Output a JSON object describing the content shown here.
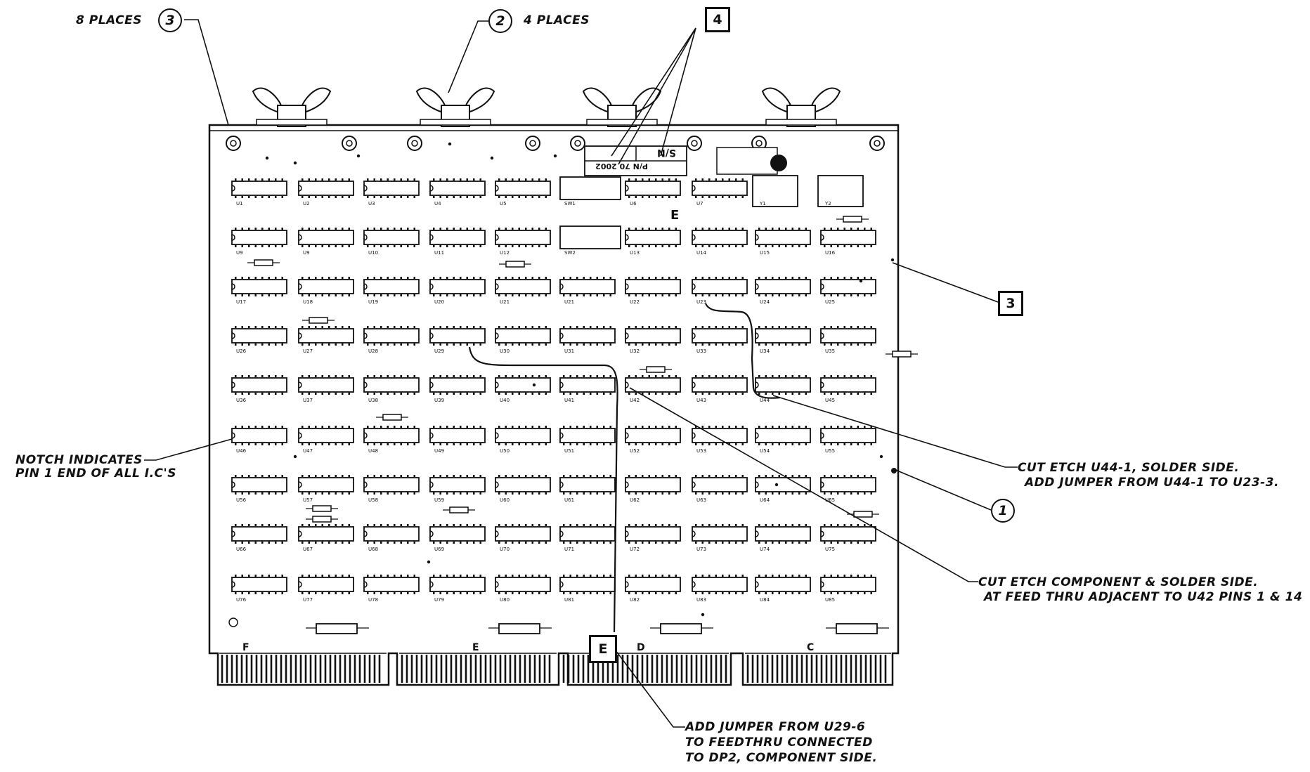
{
  "callouts": {
    "top_left_label": "8 PLACES",
    "top_left_marker": "3",
    "top_mid_marker": "2",
    "top_mid_label": "4 PLACES",
    "top_square_marker": "4",
    "right_square_marker": "3",
    "right_circle_marker": "1"
  },
  "notes": {
    "notch_line1": "NOTCH INDICATES",
    "notch_line2": "PIN 1  END OF ALL I.C'S",
    "cut_u44_line1": "CUT ETCH U44-1, SOLDER SIDE.",
    "cut_u44_line2": "ADD JUMPER FROM U44-1 TO U23-3.",
    "cut_component_line1": "CUT ETCH COMPONENT & SOLDER SIDE.",
    "cut_component_line2": "AT FEED THRU ADJACENT TO U42 PINS 1 & 14",
    "add_jumper_line1": "ADD JUMPER FROM U29-6",
    "add_jumper_line2": "TO FEEDTHRU CONNECTED",
    "add_jumper_line3": "TO DP2, COMPONENT SIDE."
  },
  "board": {
    "ic_rows": [
      [
        "U1",
        "U2",
        "U3",
        "U4",
        "U5",
        "SW1",
        "U6",
        "U7",
        "Y1",
        "Y2"
      ],
      [
        "U9",
        "U9",
        "U10",
        "U11",
        "U12",
        "SW2",
        "U13",
        "U14",
        "U15",
        "U16"
      ],
      [
        "U17",
        "U18",
        "U19",
        "U20",
        "U21",
        "U21",
        "U22",
        "U23",
        "U24",
        "U25"
      ],
      [
        "U26",
        "U27",
        "U28",
        "U29",
        "U30",
        "U31",
        "U32",
        "U33",
        "U34",
        "U35"
      ],
      [
        "U36",
        "U37",
        "U38",
        "U39",
        "U40",
        "U41",
        "U42",
        "U43",
        "U44",
        "U45"
      ],
      [
        "U46",
        "U47",
        "U48",
        "U49",
        "U50",
        "U51",
        "U52",
        "U53",
        "U54",
        "U55"
      ],
      [
        "U56",
        "U57",
        "U58",
        "U59",
        "U60",
        "U61",
        "U62",
        "U63",
        "U64",
        "U65"
      ],
      [
        "U66",
        "U67",
        "U68",
        "U69",
        "U70",
        "U71",
        "U72",
        "U73",
        "U74",
        "U75"
      ],
      [
        "U76",
        "U77",
        "U78",
        "U79",
        "U80",
        "U81",
        "U82",
        "U83",
        "U84",
        "U85"
      ]
    ],
    "pn_label": "P/N 70 2002",
    "sn_label": "S/N",
    "row_markers": [
      "F",
      "E",
      "D",
      "C"
    ],
    "mid_marker": "E",
    "bottom_marker": "E"
  }
}
